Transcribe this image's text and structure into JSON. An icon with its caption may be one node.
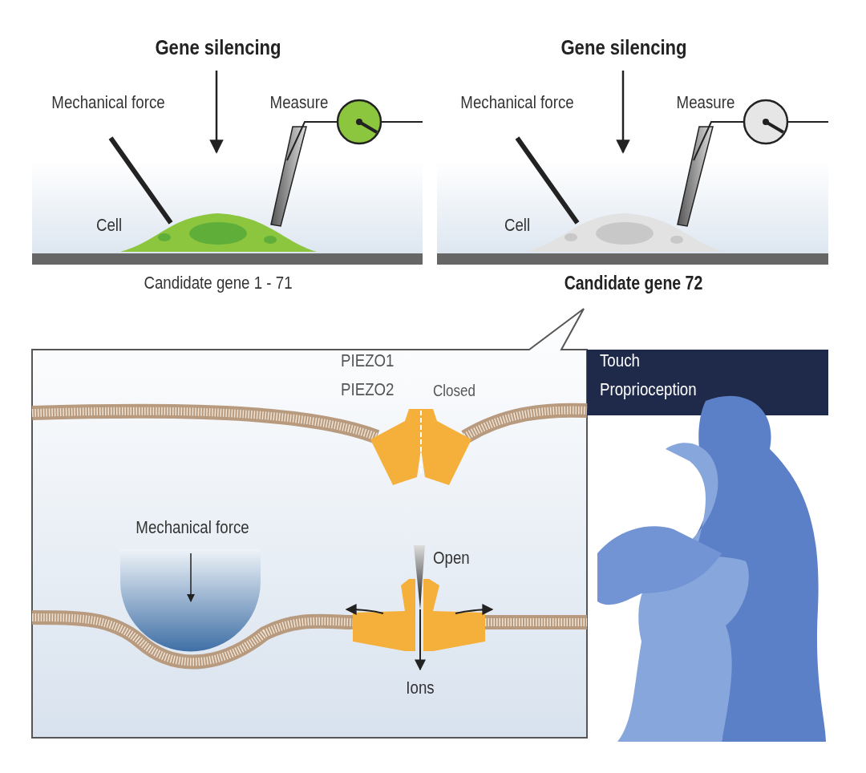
{
  "diagram": {
    "labels": [
      "Gene silencing",
      "Gene silencing",
      "Mechanical force",
      "Measure",
      "Mechanical force",
      "Measure",
      "Cell",
      "Cell",
      "Candidate gene 1 - 71",
      "Candidate gene 72",
      "PIEZO1",
      "PIEZO2",
      "Closed",
      "Touch",
      "Proprioception",
      "Mechanical force",
      "Open",
      "Ions"
    ]
  }
}
